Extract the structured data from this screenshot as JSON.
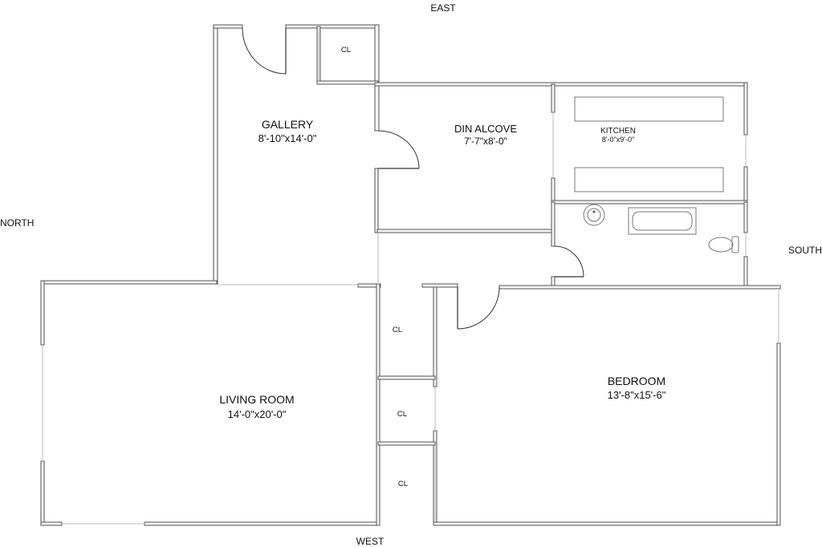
{
  "compass": {
    "east": "EAST",
    "west": "WEST",
    "north": "NORTH",
    "south": "SOUTH"
  },
  "rooms": {
    "gallery": {
      "name": "GALLERY",
      "dims": "8'-10\"x14'-0\""
    },
    "dining_alcove": {
      "name": "DIN ALCOVE",
      "dims": "7'-7\"x8'-0\""
    },
    "kitchen": {
      "name": "KITCHEN",
      "dims": "8'-0\"x9'-0\""
    },
    "living_room": {
      "name": "LIVING ROOM",
      "dims": "14'-0\"x20'-0\""
    },
    "bedroom": {
      "name": "BEDROOM",
      "dims": "13'-8\"x15'-6\""
    }
  },
  "closets": {
    "top": "CL",
    "middle_1": "CL",
    "middle_2": "CL",
    "middle_3": "CL"
  },
  "colors": {
    "wall": "#555555",
    "background": "#ffffff"
  }
}
